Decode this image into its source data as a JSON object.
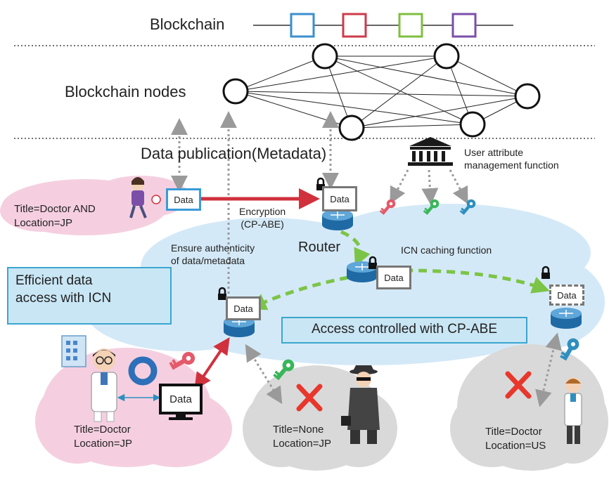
{
  "blockchain": {
    "label": "Blockchain",
    "block_colors": [
      "#3a8fcc",
      "#cf3a4a",
      "#7fbf3f",
      "#7b4fa8"
    ]
  },
  "nodes_label": "Blockchain nodes",
  "publication_label": "Data publication(Metadata)",
  "user_attr_label": "User attribute\nmanagement function",
  "publisher_policy": "Title=Doctor AND\nLocation=JP",
  "data_label": "Data",
  "encryption_label": "Encryption\n(CP-ABE)",
  "router_label": "Router",
  "authenticity_label": "Ensure authenticity\nof data/metadata",
  "icn_caching_label": "ICN caching function",
  "efficient_label": "Efficient data\naccess with ICN",
  "access_control_label": "Access controlled with CP-ABE",
  "users": [
    {
      "attrs": "Title=Doctor\nLocation=JP",
      "key_color": "#e35a6a"
    },
    {
      "attrs": "Title=None\nLocation=JP",
      "key_color": "#3ab65a"
    },
    {
      "attrs": "Title=Doctor\nLocation=US",
      "key_color": "#2d8fbf"
    }
  ],
  "keys": [
    "#e35a6a",
    "#3ab65a",
    "#2d8fbf"
  ],
  "colors": {
    "encryption_arrow": "#d0313d",
    "cache_arrow": "#7cc447",
    "cloud_blue": "#d4e9f7",
    "cloud_pink": "#f5cfe0",
    "cloud_gray": "#d9d9d9",
    "deny_x": "#e8372c"
  }
}
